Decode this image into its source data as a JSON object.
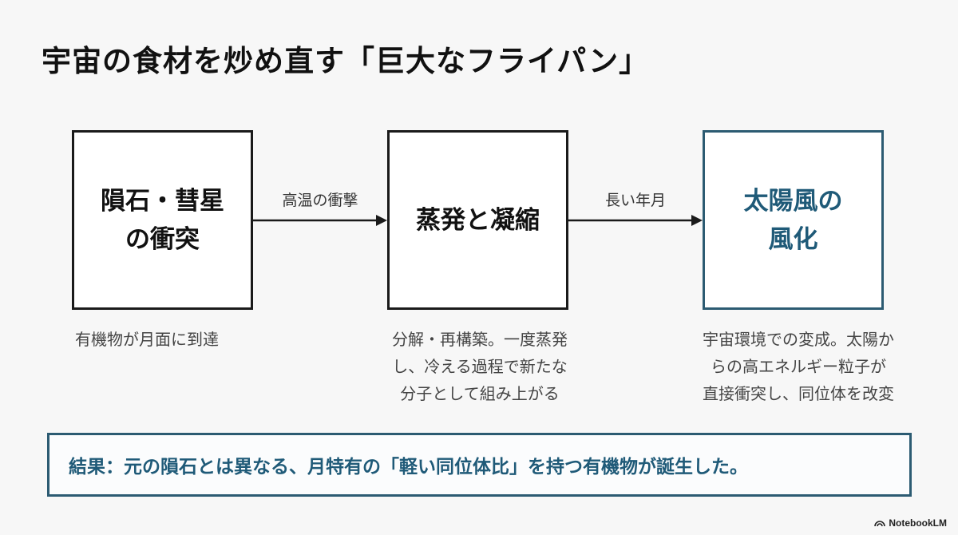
{
  "title": "宇宙の食材を炒め直す「巨大なフライパン」",
  "stages": [
    {
      "title_lines": [
        "隕石・彗星",
        "の衝突"
      ],
      "description_lines": [
        "有機物が月面に到達"
      ]
    },
    {
      "title_lines": [
        "蒸発と凝縮"
      ],
      "description_lines": [
        "分解・再構築。一度蒸発",
        "し、冷える過程で新たな",
        "分子として組み上がる"
      ]
    },
    {
      "title_lines": [
        "太陽風の",
        "風化"
      ],
      "description_lines": [
        "宇宙環境での変成。太陽か",
        "らの高エネルギー粒子が",
        "直接衝突し、同位体を改変"
      ]
    }
  ],
  "arrows": [
    {
      "label": "高温の衝撃"
    },
    {
      "label": "長い年月"
    }
  ],
  "result": "結果：元の隕石とは異なる、月特有の「軽い同位体比」を持つ有機物が誕生した。",
  "watermark": "NotebookLM",
  "colors": {
    "accent": "#1f5a78",
    "accent_border": "#2c5b72",
    "box_border": "#1a1a1a",
    "background": "#f7f7f7"
  },
  "icons": {
    "arrow": "right-arrow-icon",
    "watermark_logo": "notebooklm-logo-icon"
  }
}
